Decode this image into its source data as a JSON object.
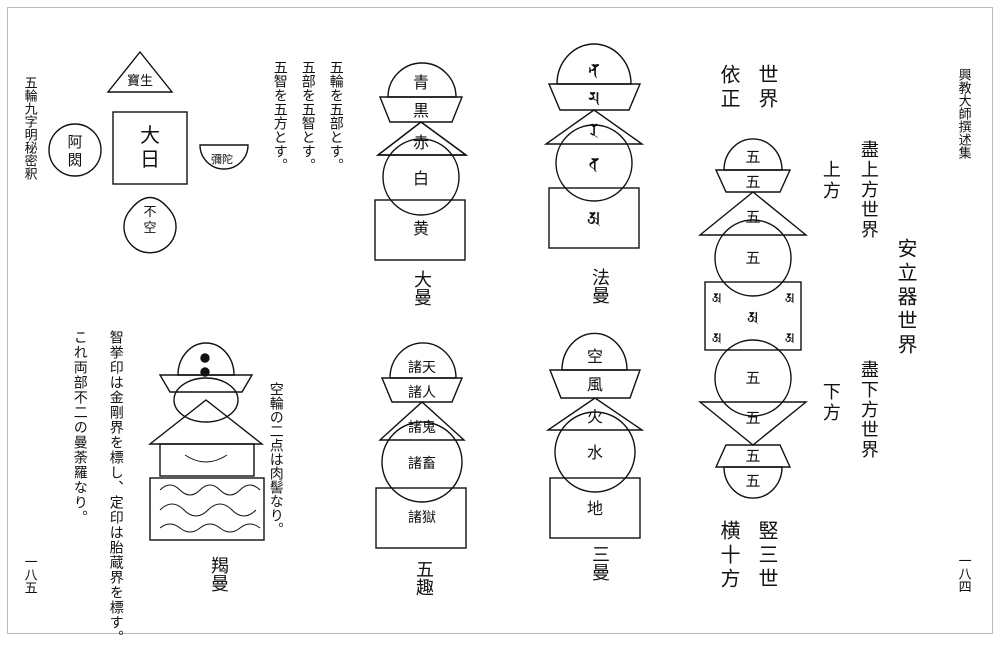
{
  "right_page": {
    "running_head": "興教大師撰述集",
    "page_number": "一八四",
    "heading": "安立器世界",
    "upper": "盡上方世界",
    "lower": "盡下方世界",
    "upper_dir": "上方",
    "lower_dir": "下方",
    "col_a": "世界",
    "col_b": "依正",
    "bottom_a": "竪三世",
    "bottom_b": "横十方",
    "tower_char": "五",
    "tower_center_char": "𑖀",
    "tower_side_chars": [
      "𑖀",
      "𑖀",
      "𑖀",
      "𑖀"
    ]
  },
  "left_page": {
    "running_head": "五輪九字明秘密釈",
    "page_number": "一八五",
    "buddha_top": "寶生",
    "buddha_center": "大日",
    "buddha_left": "阿閦",
    "buddha_right": "彌陀",
    "buddha_bottom": "不空",
    "note_1": "五輪を五部とす。",
    "note_2": "五部を五智とす。",
    "note_3": "五智を五方とす。",
    "note_kuurin": "空輪の二点は肉髻なり。",
    "note_chikenin": "智挙印は金剛界を標し、定印は胎蔵界を標す。",
    "note_ryobu": "これ両部不二の曼荼羅なり。"
  },
  "stupas": {
    "daiman": {
      "chars": [
        "青",
        "黒",
        "赤",
        "白",
        "黄"
      ],
      "caption": "大曼"
    },
    "houman": {
      "chars": [
        "𑖡",
        "𑖦",
        "𑖨",
        "𑖪",
        "𑖀"
      ],
      "caption": "法曼"
    },
    "goshu": {
      "chars": [
        "諸天",
        "諸人",
        "諸鬼",
        "諸畜",
        "諸獄"
      ],
      "caption": "五趣"
    },
    "sanman": {
      "chars": [
        "空",
        "風",
        "火",
        "水",
        "地"
      ],
      "caption": "三曼"
    },
    "katsuma": {
      "caption": "羯曼"
    }
  }
}
